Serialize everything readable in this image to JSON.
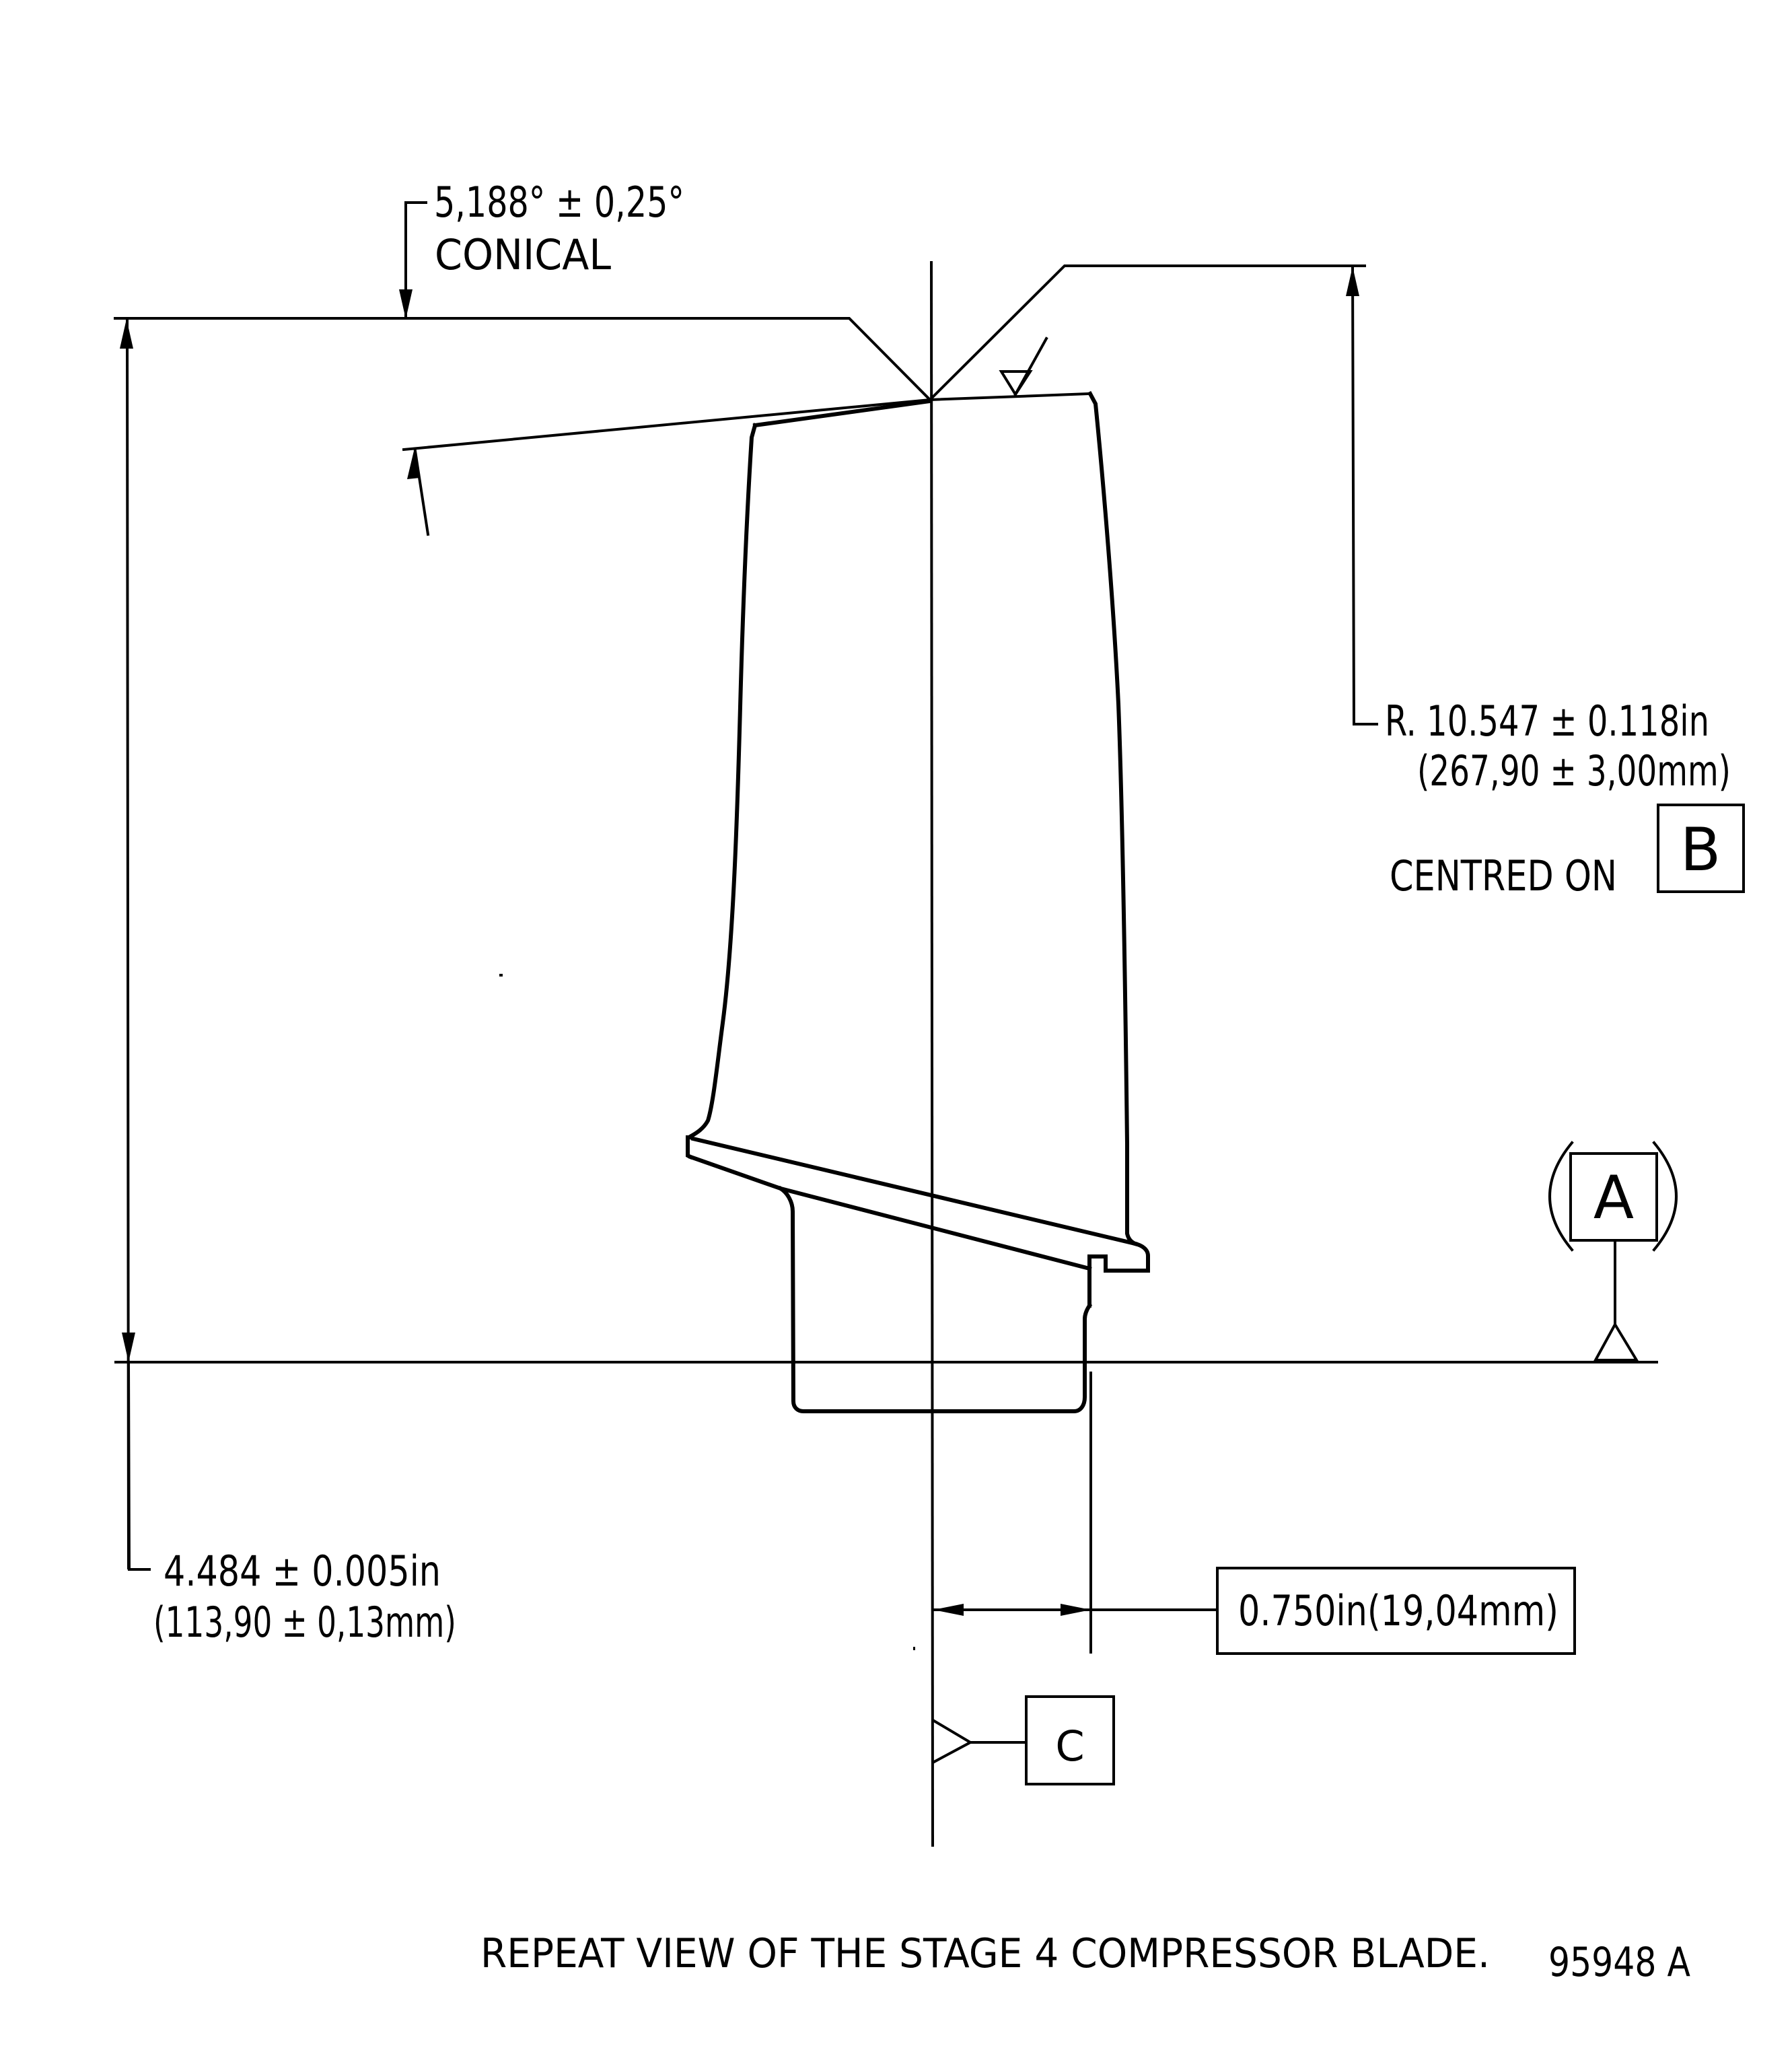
{
  "drawing": {
    "title": "REPEAT VIEW OF THE STAGE 4 COMPRESSOR BLADE.",
    "figure_number": "95948 A",
    "background": "#ffffff",
    "line_color": "#000000"
  },
  "annotations": {
    "cone_angle": {
      "value": "5,188° ± 0,25°",
      "note": "CONICAL"
    },
    "radius": {
      "value_in": "R. 10.547 ± 0.118in",
      "value_mm": "(267,90 ± 3,00mm)",
      "centred_on": "CENTRED ON",
      "datum_ref": "B"
    },
    "height": {
      "value_in": "4.484 ± 0.005in",
      "value_mm": "(113,90 ± 0,13mm)"
    },
    "offset": {
      "value": "0.750in(19,04mm)"
    }
  },
  "datums": {
    "a": {
      "label": "A",
      "parenthesized": true
    },
    "b": {
      "label": "B"
    },
    "c": {
      "label": "C"
    }
  },
  "symbols": {
    "surface_finish": "surface-finish-triangle",
    "datum_triangle": "datum-triangle"
  }
}
